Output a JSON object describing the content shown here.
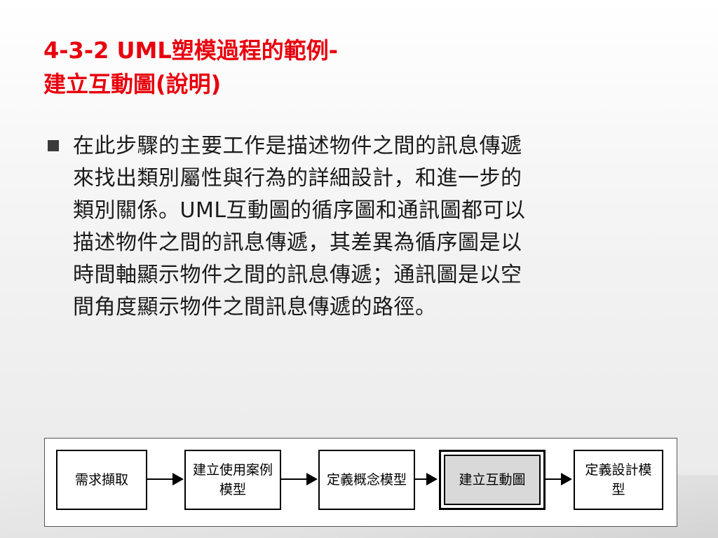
{
  "slide": {
    "title_line1": "4-3-2 UML塑模過程的範例-",
    "title_line2": "建立互動圖(說明)",
    "paragraph_lines": [
      "在此步驟的主要工作是描述物件之間的訊息傳遞",
      "來找出類別屬性與行為的詳細設計，和進一步的",
      "類別關係。UML互動圖的循序圖和通訊圖都可以",
      "描述物件之間的訊息傳遞，其差異為循序圖是以",
      "時間軸顯示物件之間的訊息傳遞；通訊圖是以空",
      "間角度顯示物件之間訊息傳遞的路徑。"
    ]
  },
  "flow": {
    "steps": [
      {
        "label": "需求擷取"
      },
      {
        "label": "建立使用案例模型"
      },
      {
        "label": "定義概念模型"
      },
      {
        "label": "建立互動圖",
        "active": true
      },
      {
        "label": "定義設計模型"
      }
    ],
    "colors": {
      "active_fill": "#d9d9d9",
      "title": "#e8000d"
    }
  }
}
